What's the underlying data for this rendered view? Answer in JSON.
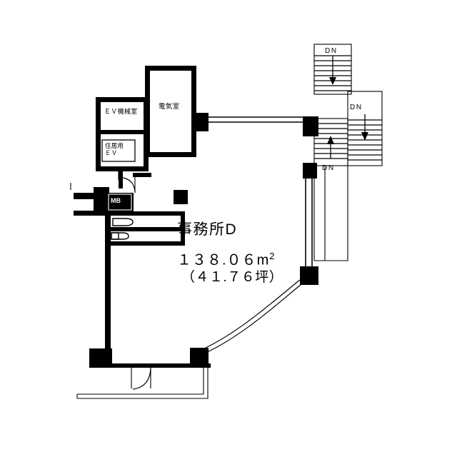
{
  "plan": {
    "title": "事務所D",
    "area_sqm": "１３８.０６",
    "area_sqm_unit": "m",
    "area_sqm_sup": "2",
    "area_tsubo": "（４１.７６坪）",
    "rooms": [
      {
        "id": "ev-machine",
        "label": "ＥＶ機械室"
      },
      {
        "id": "electrical",
        "label": "電気室"
      },
      {
        "id": "residential-ev",
        "label": "住居用\nＥＶ"
      },
      {
        "id": "meter-box",
        "label": "MB"
      }
    ],
    "stairs": [
      {
        "id": "dn-top",
        "label": "DN",
        "direction": "down"
      },
      {
        "id": "dn-right",
        "label": "DN",
        "direction": "down"
      },
      {
        "id": "dn-left",
        "label": "DN",
        "direction": "up"
      }
    ],
    "colors": {
      "wall": "#000000",
      "background": "#ffffff",
      "label_on_dark": "#ffffff"
    }
  }
}
